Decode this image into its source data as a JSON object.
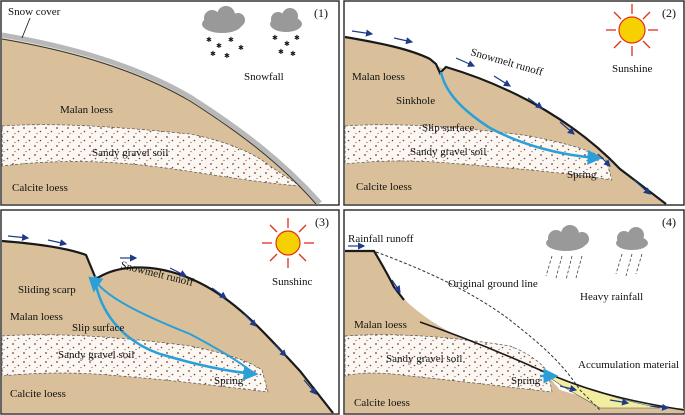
{
  "panels": [
    {
      "number": "(1)",
      "weather": "Snowfall",
      "labels": [
        "Snow cover",
        "Malan loess",
        "Sandy gravel soil",
        "Calcite loess"
      ]
    },
    {
      "number": "(2)",
      "weather": "Sunshine",
      "labels": [
        "Snowmelt runoff",
        "Malan loess",
        "Sinkhole",
        "Slip surface",
        "Sandy gravel soil",
        "Spring",
        "Calcite loess"
      ]
    },
    {
      "number": "(3)",
      "weather": "Sunshinc",
      "labels": [
        "Snowmelt runoff",
        "Sliding scarp",
        "Malan loess",
        "Slip surface",
        "Sandy gravel soil",
        "Spring",
        "Calcite loess"
      ]
    },
    {
      "number": "(4)",
      "weather": "Heavy rainfall",
      "labels": [
        "Rainfall runoff",
        "Original ground line",
        "Malan loess",
        "Sandy gravel soil",
        "Spring",
        "Accumulation material",
        "Calcite loess"
      ]
    }
  ],
  "colors": {
    "loess": "#d9c09a",
    "gravel_band": "#fbf8f3",
    "gravel_dots": "#8b3a2a",
    "snow": "#b8b8b8",
    "water": "#2b9fd8",
    "accumulation": "#f3eda0",
    "sun_core": "#f6d000",
    "sun_rays": "#e03020",
    "cloud": "#999999",
    "frame": "#333333"
  }
}
